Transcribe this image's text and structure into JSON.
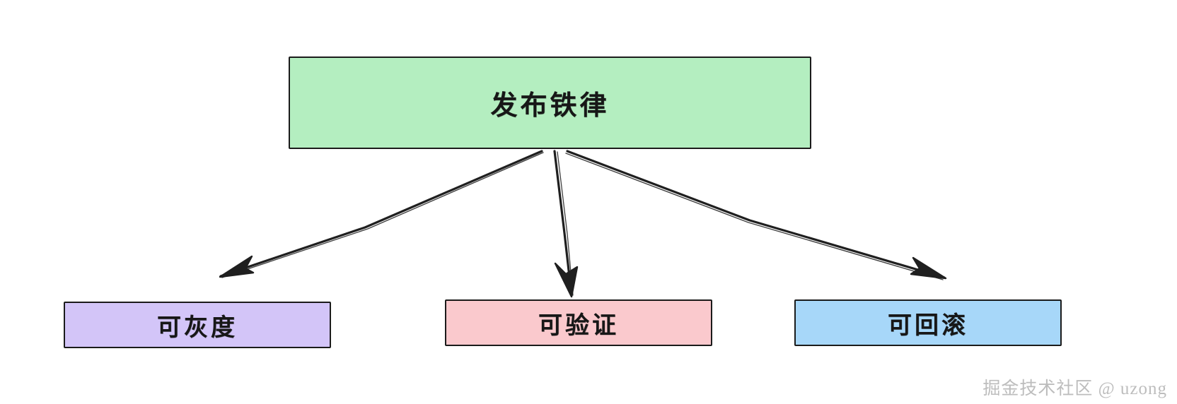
{
  "diagram": {
    "type": "tree",
    "title_node": {
      "id": "root",
      "label": "发布铁律",
      "fill": "#b4eec0",
      "stroke": "#1b1b1b"
    },
    "children": [
      {
        "id": "gray-release",
        "label": "可灰度",
        "fill": "#d3c5f8",
        "stroke": "#1b1b1b"
      },
      {
        "id": "verifiable",
        "label": "可验证",
        "fill": "#fac9cd",
        "stroke": "#1b1b1b"
      },
      {
        "id": "rollbackable",
        "label": "可回滚",
        "fill": "#a7d7f9",
        "stroke": "#1b1b1b"
      }
    ],
    "edges": [
      {
        "from": "root",
        "to": "gray-release",
        "style": "arrow"
      },
      {
        "from": "root",
        "to": "verifiable",
        "style": "arrow"
      },
      {
        "from": "root",
        "to": "rollbackable",
        "style": "arrow"
      }
    ],
    "arrow_color": "#1f1f1f",
    "background": "#ffffff"
  },
  "watermark": {
    "text": "掘金技术社区 @ uzong",
    "color": "#bdbdbd"
  }
}
